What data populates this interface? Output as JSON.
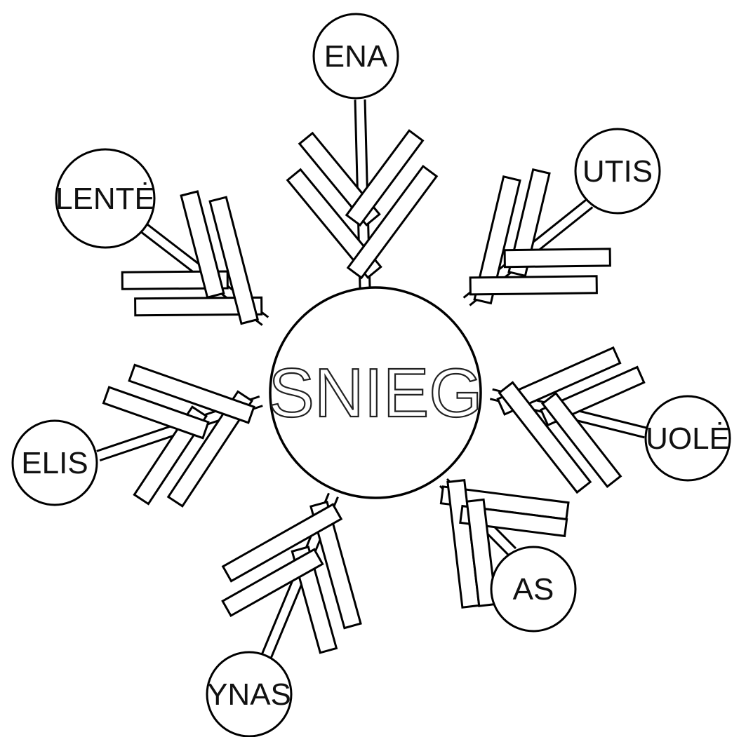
{
  "center": {
    "label": "SNIEG"
  },
  "nodes": [
    {
      "label": "ENA"
    },
    {
      "label": "UTIS"
    },
    {
      "label": "UOLĖ"
    },
    {
      "label": "AS"
    },
    {
      "label": "YNAS"
    },
    {
      "label": "ELIS"
    },
    {
      "label": "LENTĖ"
    }
  ]
}
